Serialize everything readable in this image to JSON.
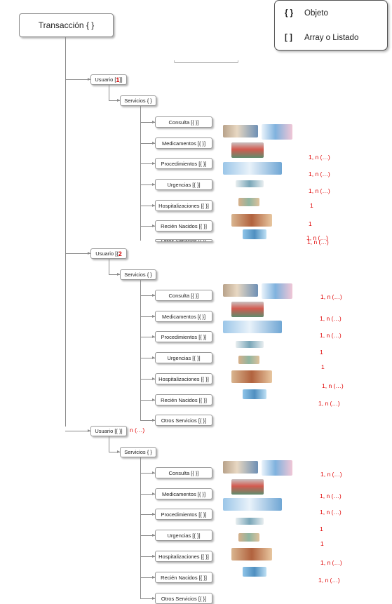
{
  "root": {
    "label": "Transacción { }"
  },
  "legend": {
    "object_symbol": "{ }",
    "object_label": "Objeto",
    "array_symbol": "[ ]",
    "array_label": "Array o Listado"
  },
  "usuarios": [
    {
      "label": "Usuario [",
      "red": "1",
      "suffix": "]]",
      "note": "",
      "servicios": "Servicios { }",
      "items": [
        {
          "label": "Consulta [{ }]",
          "count": ""
        },
        {
          "label": "Medicamentos [{ }]",
          "count": "1, n (…)"
        },
        {
          "label": "Procedimientos [{ }]",
          "count": "1, n (…)"
        },
        {
          "label": "Urgencias [{ }]",
          "count": "1, n (…)"
        },
        {
          "label": "Hospitalizaciones [{ }]",
          "count": "1"
        },
        {
          "label": "Recién Nacidos [{ }]",
          "count": "1"
        },
        {
          "label": "Otros Servicios [{ }]",
          "count": "1, n (…)"
        }
      ],
      "extra_count": "1, n (…)"
    },
    {
      "label": "Usuario [{",
      "red": "2",
      "suffix": "",
      "note": "",
      "servicios": "Servicios { }",
      "items": [
        {
          "label": "Consulta [{ }]",
          "count": "1, n (…)"
        },
        {
          "label": "Medicamentos [{ }]",
          "count": "1, n (…)"
        },
        {
          "label": "Procedimientos [{ }]",
          "count": "1, n (…)"
        },
        {
          "label": "Urgencias [{ }]",
          "count": "1"
        },
        {
          "label": "Hospitalizaciones [{ }]",
          "count": "1"
        },
        {
          "label": "Recién Nacidos [{ }]",
          "count": "1, n (…)"
        },
        {
          "label": "Otros Servicios [{ }]",
          "count": "1, n (…)"
        }
      ],
      "extra_count": ""
    },
    {
      "label": "Usuario [{ }]",
      "red": "",
      "suffix": "",
      "note": "n (…)",
      "servicios": "Servicios { }",
      "items": [
        {
          "label": "Consulta [{ }]",
          "count": "1, n (…)"
        },
        {
          "label": "Medicamentos [{ }]",
          "count": "1, n (…)"
        },
        {
          "label": "Procedimientos [{ }]",
          "count": "1, n (…)"
        },
        {
          "label": "Urgencias [{ }]",
          "count": "1"
        },
        {
          "label": "Hospitalizaciones [{ }]",
          "count": "1"
        },
        {
          "label": "Recién Nacidos [{ }]",
          "count": "1, n (…)"
        },
        {
          "label": "Otros Servicios [{ }]",
          "count": "1, n (…)"
        }
      ],
      "extra_count": ""
    }
  ],
  "colors": {
    "line": "#8a8a8a",
    "count": "#e00000",
    "marker": "#d00000"
  }
}
